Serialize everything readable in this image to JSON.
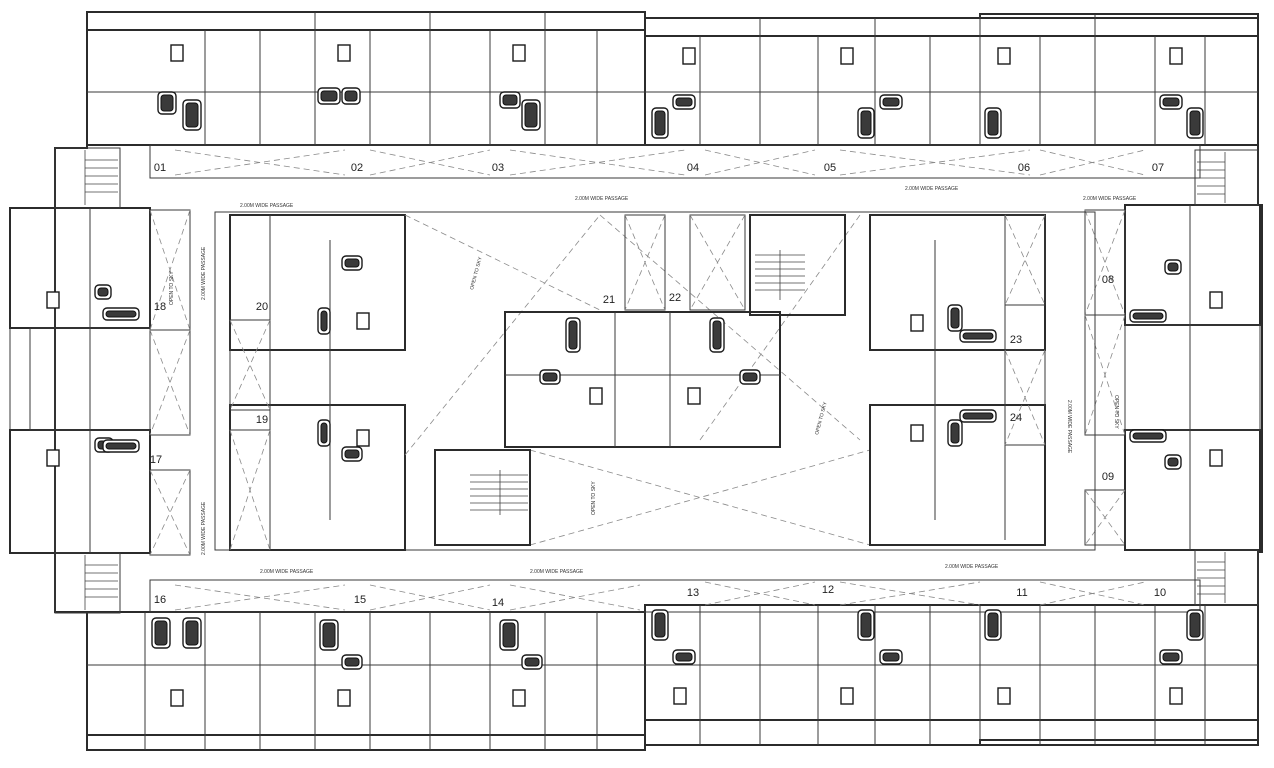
{
  "plan": {
    "unit_numbers_top": [
      "01",
      "02",
      "03",
      "04",
      "05",
      "06",
      "07"
    ],
    "unit_numbers_bottom": [
      "16",
      "15",
      "14",
      "13",
      "12",
      "11",
      "10"
    ],
    "unit_numbers_left": [
      "18",
      "17"
    ],
    "unit_numbers_inner_left": [
      "20",
      "19"
    ],
    "unit_numbers_center": [
      "21",
      "22"
    ],
    "unit_numbers_inner_right": [
      "23",
      "24"
    ],
    "unit_numbers_right": [
      "08",
      "09"
    ],
    "passage_label": "2.00M WIDE PASSAGE",
    "open_to_sky_label": "OPEN TO SKY"
  }
}
